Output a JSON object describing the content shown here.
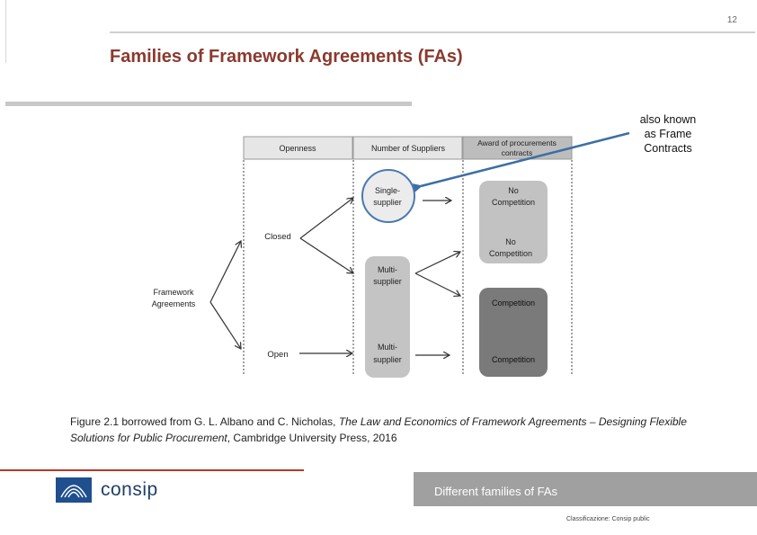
{
  "page": {
    "number": "12"
  },
  "title": "Families of Framework Agreements (FAs)",
  "callout": [
    "also known",
    "as Frame",
    "Contracts"
  ],
  "figure": {
    "headers": {
      "openness": "Openness",
      "suppliers": "Number of Suppliers",
      "award": [
        "Award of procurements",
        "contracts"
      ]
    },
    "root": [
      "Framework",
      "Agreements"
    ],
    "closed": "Closed",
    "open": "Open",
    "single_supplier": [
      "Single-",
      "supplier"
    ],
    "multi_supplier_closed": [
      "Multi-",
      "supplier"
    ],
    "multi_supplier_open": [
      "Multi-",
      "supplier"
    ],
    "award_single": [
      "No",
      "Competition"
    ],
    "award_multi_no": [
      "No",
      "Competition"
    ],
    "award_multi_comp": "Competition",
    "award_open_comp": "Competition"
  },
  "caption": {
    "prefix": "Figure 2.1 borrowed from G. L. Albano and C. Nicholas, ",
    "book_title": "The Law and Economics of Framework Agreements – Designing Flexible Solutions for Public Procurement",
    "suffix": ", Cambridge University Press, 2016"
  },
  "footer": {
    "logo_text": "consip",
    "section": "Different families of FAs",
    "classification": "Classificazione: Consip public"
  }
}
